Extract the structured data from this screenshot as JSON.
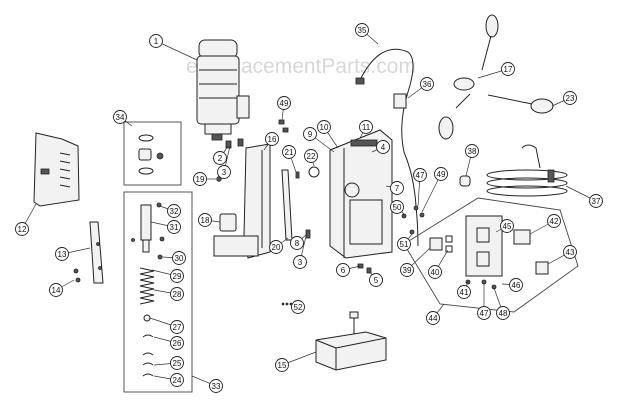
{
  "watermark": "eReplacementParts.com",
  "callouts": [
    "1",
    "2",
    "3",
    "4",
    "5",
    "6",
    "7",
    "8",
    "9",
    "10",
    "11",
    "12",
    "13",
    "14",
    "15",
    "16",
    "17",
    "18",
    "19",
    "20",
    "21",
    "22",
    "23",
    "24",
    "25",
    "26",
    "27",
    "28",
    "29",
    "30",
    "31",
    "32",
    "33",
    "34",
    "35",
    "36",
    "37",
    "38",
    "39",
    "40",
    "41",
    "42",
    "43",
    "44",
    "45",
    "46",
    "47",
    "48",
    "49",
    "50",
    "51",
    "52"
  ]
}
